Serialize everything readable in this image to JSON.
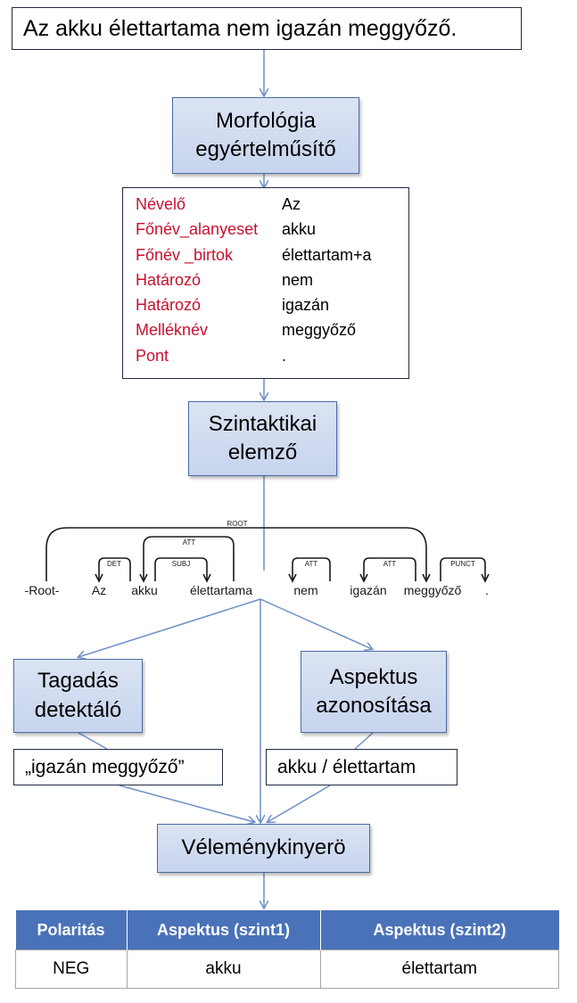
{
  "input_sentence": "Az akku élettartama nem igazán meggyőző.",
  "morphology": {
    "title": "Morfológia egyértelműsítő",
    "rows": [
      {
        "tag": "Névelő",
        "word": "Az"
      },
      {
        "tag": "Főnév_alanyeset",
        "word": "akku"
      },
      {
        "tag": "Főnév _birtok",
        "word": "élettartam+a"
      },
      {
        "tag": "Határozó",
        "word": "nem"
      },
      {
        "tag": "Határozó",
        "word": "igazán"
      },
      {
        "tag": "Melléknév",
        "word": "meggyőző"
      },
      {
        "tag": "Pont",
        "word": "."
      }
    ]
  },
  "syntax": {
    "title": "Szintaktikai elemző",
    "tokens": [
      "-Root-",
      "Az",
      "akku",
      "élettartama",
      "nem",
      "igazán",
      "meggyőző",
      "."
    ],
    "relations": [
      "ROOT",
      "DET",
      "ATT",
      "SUBJ",
      "ATT",
      "ATT",
      "PUNCT"
    ]
  },
  "negation": {
    "title": "Tagadás detektáló",
    "result": "„igazán meggyőző”"
  },
  "aspect": {
    "title": "Aspektus azonosítása",
    "result": "akku / élettartam"
  },
  "opinion": {
    "title": "Véleménykinyerö"
  },
  "result_table": {
    "headers": [
      "Polaritás",
      "Aspektus (szint1)",
      "Aspektus (szint2)"
    ],
    "row": [
      "NEG",
      "akku",
      "élettartam"
    ]
  },
  "colors": {
    "box_fill": "#c7d4ee",
    "box_border": "#4a6aa5",
    "arrow": "#6d8fc7",
    "tag_text": "#c8102e",
    "table_header": "#4a72b8"
  }
}
